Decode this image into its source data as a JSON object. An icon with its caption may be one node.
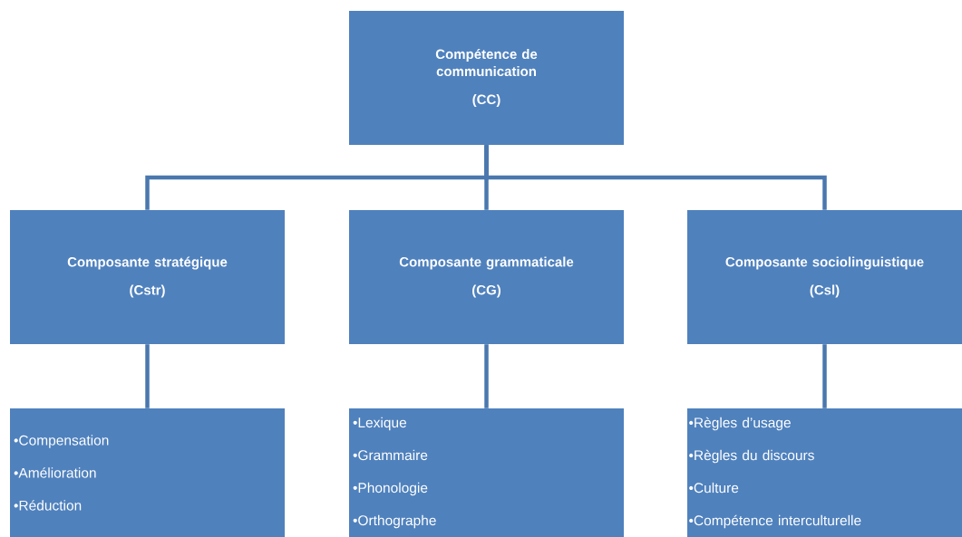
{
  "diagram": {
    "nodes": [
      {
        "text": [
          "Compétence de communication",
          "(CC)"
        ]
      },
      {
        "text": [
          "Composante stratégique",
          "(Cstr)"
        ]
      },
      {
        "text": [
          "Composante grammaticale",
          "(CG)"
        ]
      },
      {
        "text": [
          "Composante sociolinguistique",
          "(Csl)"
        ]
      },
      {
        "text": [
          "•Compensation",
          "•Amélioration",
          "•Réduction"
        ]
      },
      {
        "text": [
          "•Lexique",
          "•Grammaire",
          "•Phonologie",
          "•Orthographe"
        ]
      },
      {
        "text": [
          "•Règles d’usage",
          "•Règles du discours",
          "•Culture",
          "•Compétence interculturelle"
        ]
      }
    ],
    "edges": [
      {
        "from": 0,
        "to": 1,
        "arrow": "none"
      },
      {
        "from": 0,
        "to": 2,
        "arrow": "none"
      },
      {
        "from": 0,
        "to": 3,
        "arrow": "none"
      },
      {
        "from": 1,
        "to": 4,
        "arrow": "none"
      },
      {
        "from": 2,
        "to": 5,
        "arrow": "none"
      },
      {
        "from": 3,
        "to": 6,
        "arrow": "none"
      }
    ]
  }
}
